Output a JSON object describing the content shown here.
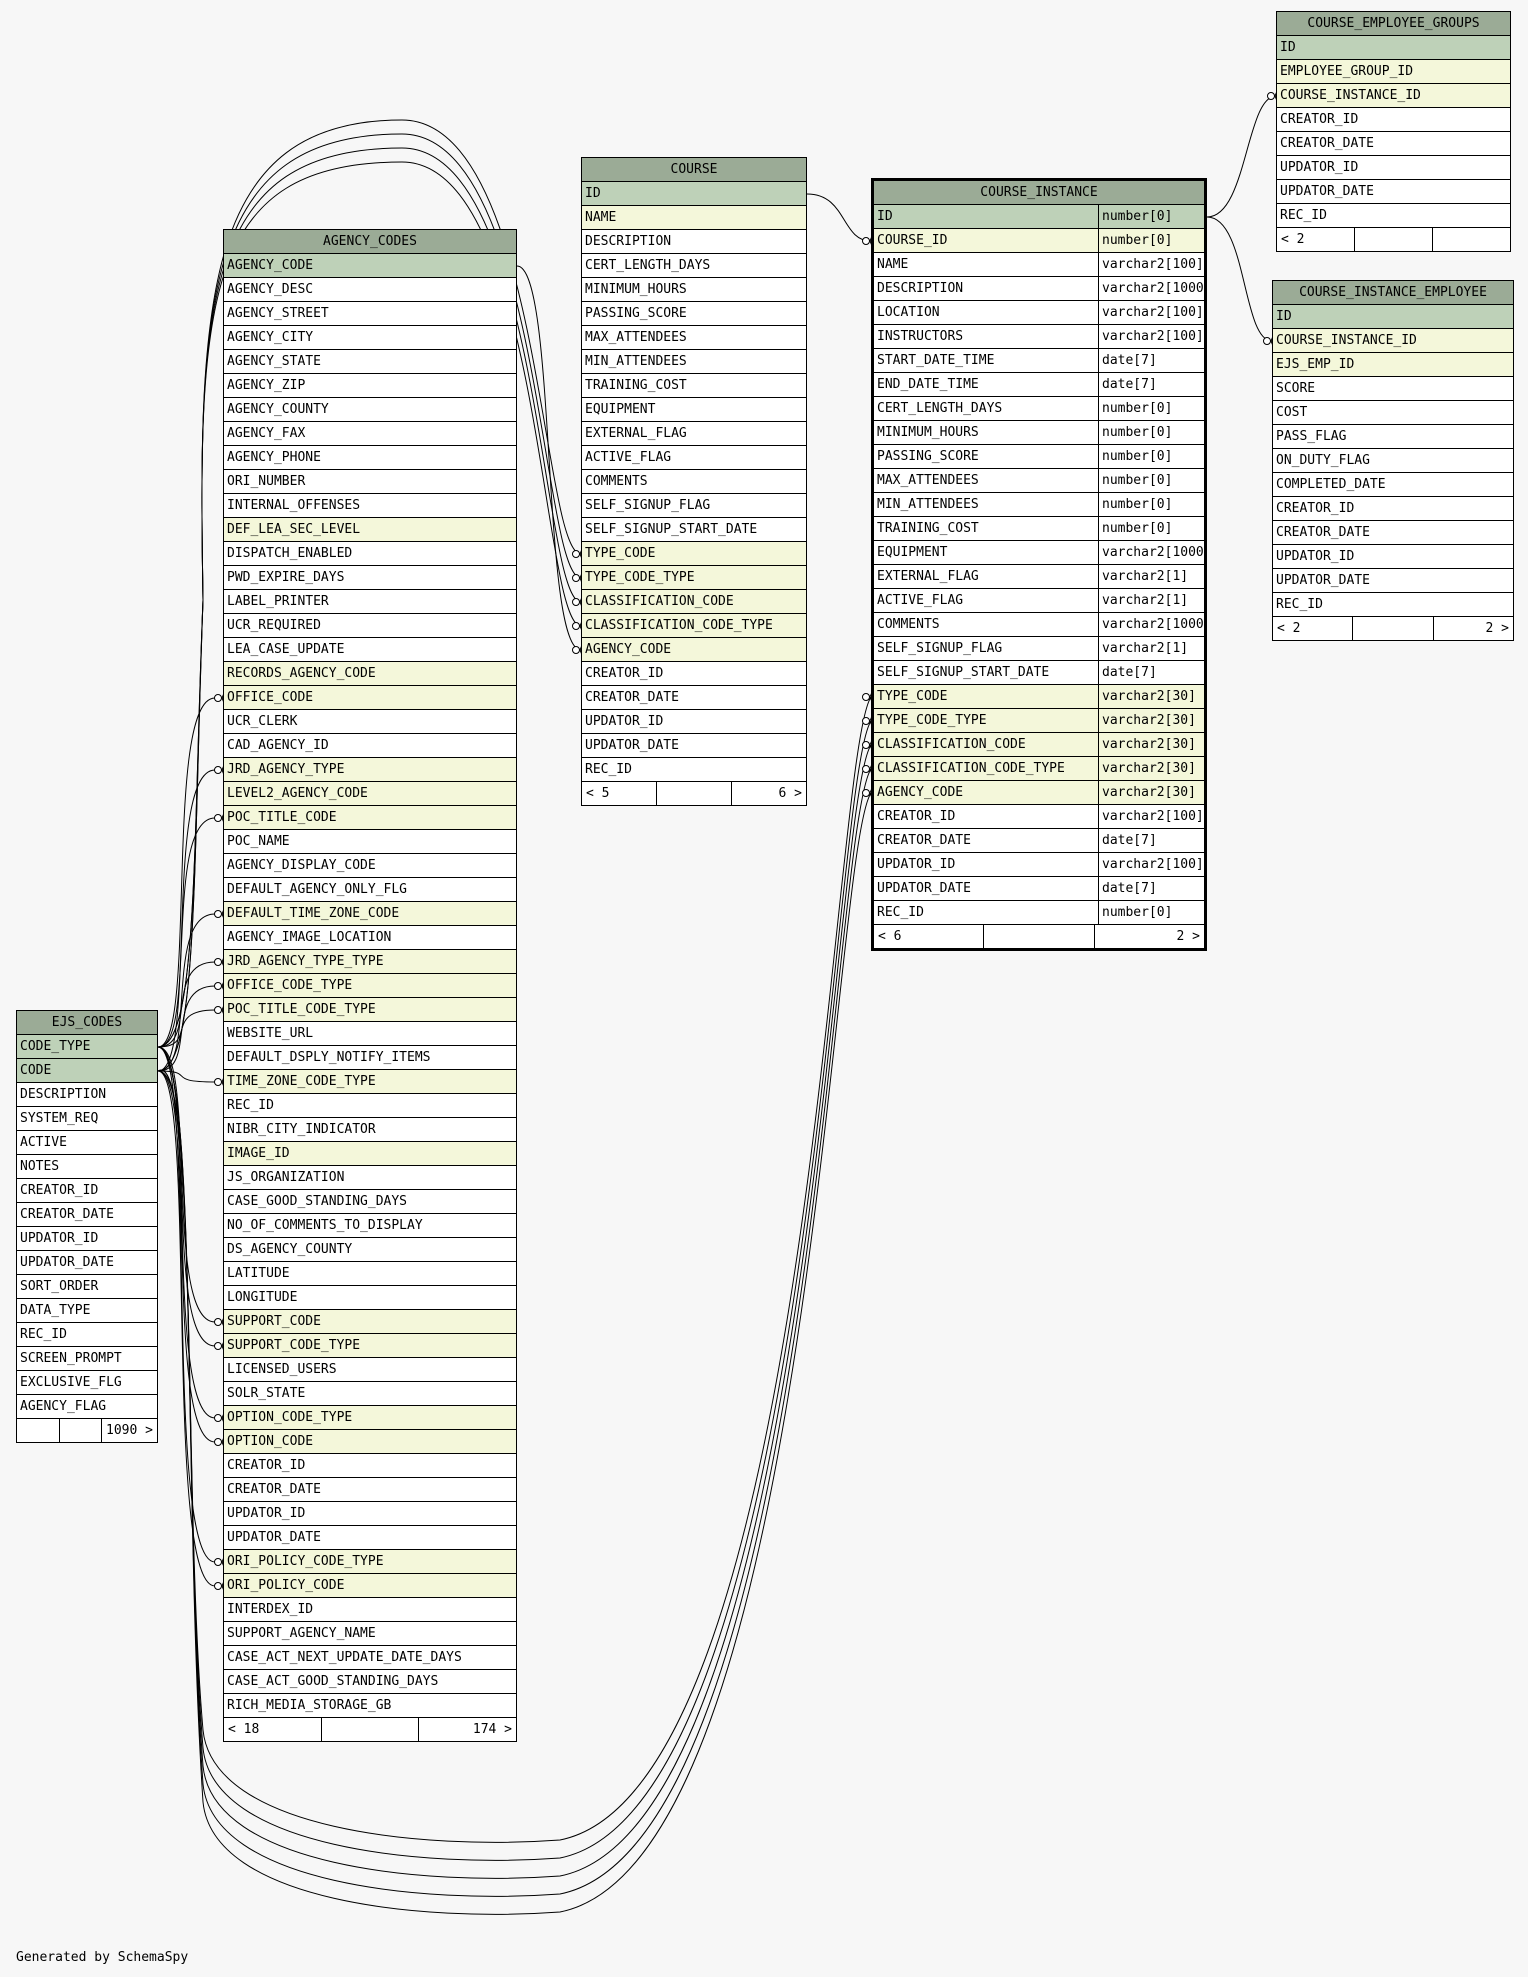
{
  "footer": "Generated by SchemaSpy",
  "colors": {
    "header": "#9bab96",
    "pk": "#bed1b8",
    "fk": "#f4f7da",
    "plain": "#ffffff",
    "background": "#f7f7f7"
  },
  "tables": {
    "agency_codes": {
      "name": "AGENCY_CODES",
      "footer": {
        "left": "< 18",
        "mid": "",
        "right": "174 >"
      },
      "columns": [
        {
          "name": "AGENCY_CODE",
          "kind": "pk"
        },
        {
          "name": "AGENCY_DESC",
          "kind": "plain"
        },
        {
          "name": "AGENCY_STREET",
          "kind": "plain"
        },
        {
          "name": "AGENCY_CITY",
          "kind": "plain"
        },
        {
          "name": "AGENCY_STATE",
          "kind": "plain"
        },
        {
          "name": "AGENCY_ZIP",
          "kind": "plain"
        },
        {
          "name": "AGENCY_COUNTY",
          "kind": "plain"
        },
        {
          "name": "AGENCY_FAX",
          "kind": "plain"
        },
        {
          "name": "AGENCY_PHONE",
          "kind": "plain"
        },
        {
          "name": "ORI_NUMBER",
          "kind": "plain"
        },
        {
          "name": "INTERNAL_OFFENSES",
          "kind": "plain"
        },
        {
          "name": "DEF_LEA_SEC_LEVEL",
          "kind": "fk"
        },
        {
          "name": "DISPATCH_ENABLED",
          "kind": "plain"
        },
        {
          "name": "PWD_EXPIRE_DAYS",
          "kind": "plain"
        },
        {
          "name": "LABEL_PRINTER",
          "kind": "plain"
        },
        {
          "name": "UCR_REQUIRED",
          "kind": "plain"
        },
        {
          "name": "LEA_CASE_UPDATE",
          "kind": "plain"
        },
        {
          "name": "RECORDS_AGENCY_CODE",
          "kind": "fk"
        },
        {
          "name": "OFFICE_CODE",
          "kind": "fk"
        },
        {
          "name": "UCR_CLERK",
          "kind": "plain"
        },
        {
          "name": "CAD_AGENCY_ID",
          "kind": "plain"
        },
        {
          "name": "JRD_AGENCY_TYPE",
          "kind": "fk"
        },
        {
          "name": "LEVEL2_AGENCY_CODE",
          "kind": "fk"
        },
        {
          "name": "POC_TITLE_CODE",
          "kind": "fk"
        },
        {
          "name": "POC_NAME",
          "kind": "plain"
        },
        {
          "name": "AGENCY_DISPLAY_CODE",
          "kind": "plain"
        },
        {
          "name": "DEFAULT_AGENCY_ONLY_FLG",
          "kind": "plain"
        },
        {
          "name": "DEFAULT_TIME_ZONE_CODE",
          "kind": "fk"
        },
        {
          "name": "AGENCY_IMAGE_LOCATION",
          "kind": "plain"
        },
        {
          "name": "JRD_AGENCY_TYPE_TYPE",
          "kind": "fk"
        },
        {
          "name": "OFFICE_CODE_TYPE",
          "kind": "fk"
        },
        {
          "name": "POC_TITLE_CODE_TYPE",
          "kind": "fk"
        },
        {
          "name": "WEBSITE_URL",
          "kind": "plain"
        },
        {
          "name": "DEFAULT_DSPLY_NOTIFY_ITEMS",
          "kind": "plain"
        },
        {
          "name": "TIME_ZONE_CODE_TYPE",
          "kind": "fk"
        },
        {
          "name": "REC_ID",
          "kind": "plain"
        },
        {
          "name": "NIBR_CITY_INDICATOR",
          "kind": "plain"
        },
        {
          "name": "IMAGE_ID",
          "kind": "fk"
        },
        {
          "name": "JS_ORGANIZATION",
          "kind": "plain"
        },
        {
          "name": "CASE_GOOD_STANDING_DAYS",
          "kind": "plain"
        },
        {
          "name": "NO_OF_COMMENTS_TO_DISPLAY",
          "kind": "plain"
        },
        {
          "name": "DS_AGENCY_COUNTY",
          "kind": "plain"
        },
        {
          "name": "LATITUDE",
          "kind": "plain"
        },
        {
          "name": "LONGITUDE",
          "kind": "plain"
        },
        {
          "name": "SUPPORT_CODE",
          "kind": "fk"
        },
        {
          "name": "SUPPORT_CODE_TYPE",
          "kind": "fk"
        },
        {
          "name": "LICENSED_USERS",
          "kind": "plain"
        },
        {
          "name": "SOLR_STATE",
          "kind": "plain"
        },
        {
          "name": "OPTION_CODE_TYPE",
          "kind": "fk"
        },
        {
          "name": "OPTION_CODE",
          "kind": "fk"
        },
        {
          "name": "CREATOR_ID",
          "kind": "plain"
        },
        {
          "name": "CREATOR_DATE",
          "kind": "plain"
        },
        {
          "name": "UPDATOR_ID",
          "kind": "plain"
        },
        {
          "name": "UPDATOR_DATE",
          "kind": "plain"
        },
        {
          "name": "ORI_POLICY_CODE_TYPE",
          "kind": "fk"
        },
        {
          "name": "ORI_POLICY_CODE",
          "kind": "fk"
        },
        {
          "name": "INTERDEX_ID",
          "kind": "plain"
        },
        {
          "name": "SUPPORT_AGENCY_NAME",
          "kind": "plain"
        },
        {
          "name": "CASE_ACT_NEXT_UPDATE_DATE_DAYS",
          "kind": "plain"
        },
        {
          "name": "CASE_ACT_GOOD_STANDING_DAYS",
          "kind": "plain"
        },
        {
          "name": "RICH_MEDIA_STORAGE_GB",
          "kind": "plain"
        }
      ]
    },
    "course": {
      "name": "COURSE",
      "footer": {
        "left": "< 5",
        "mid": "",
        "right": "6 >"
      },
      "columns": [
        {
          "name": "ID",
          "kind": "pk"
        },
        {
          "name": "NAME",
          "kind": "fk"
        },
        {
          "name": "DESCRIPTION",
          "kind": "plain"
        },
        {
          "name": "CERT_LENGTH_DAYS",
          "kind": "plain"
        },
        {
          "name": "MINIMUM_HOURS",
          "kind": "plain"
        },
        {
          "name": "PASSING_SCORE",
          "kind": "plain"
        },
        {
          "name": "MAX_ATTENDEES",
          "kind": "plain"
        },
        {
          "name": "MIN_ATTENDEES",
          "kind": "plain"
        },
        {
          "name": "TRAINING_COST",
          "kind": "plain"
        },
        {
          "name": "EQUIPMENT",
          "kind": "plain"
        },
        {
          "name": "EXTERNAL_FLAG",
          "kind": "plain"
        },
        {
          "name": "ACTIVE_FLAG",
          "kind": "plain"
        },
        {
          "name": "COMMENTS",
          "kind": "plain"
        },
        {
          "name": "SELF_SIGNUP_FLAG",
          "kind": "plain"
        },
        {
          "name": "SELF_SIGNUP_START_DATE",
          "kind": "plain"
        },
        {
          "name": "TYPE_CODE",
          "kind": "fk"
        },
        {
          "name": "TYPE_CODE_TYPE",
          "kind": "fk"
        },
        {
          "name": "CLASSIFICATION_CODE",
          "kind": "fk"
        },
        {
          "name": "CLASSIFICATION_CODE_TYPE",
          "kind": "fk"
        },
        {
          "name": "AGENCY_CODE",
          "kind": "fk"
        },
        {
          "name": "CREATOR_ID",
          "kind": "plain"
        },
        {
          "name": "CREATOR_DATE",
          "kind": "plain"
        },
        {
          "name": "UPDATOR_ID",
          "kind": "plain"
        },
        {
          "name": "UPDATOR_DATE",
          "kind": "plain"
        },
        {
          "name": "REC_ID",
          "kind": "plain"
        }
      ]
    },
    "course_instance": {
      "name": "COURSE_INSTANCE",
      "footer": {
        "left": "< 6",
        "mid": "",
        "right": "2 >"
      },
      "columns": [
        {
          "name": "ID",
          "type": "number[0]",
          "kind": "pk"
        },
        {
          "name": "COURSE_ID",
          "type": "number[0]",
          "kind": "fk"
        },
        {
          "name": "NAME",
          "type": "varchar2[100]",
          "kind": "plain"
        },
        {
          "name": "DESCRIPTION",
          "type": "varchar2[1000]",
          "kind": "plain"
        },
        {
          "name": "LOCATION",
          "type": "varchar2[100]",
          "kind": "plain"
        },
        {
          "name": "INSTRUCTORS",
          "type": "varchar2[100]",
          "kind": "plain"
        },
        {
          "name": "START_DATE_TIME",
          "type": "date[7]",
          "kind": "plain"
        },
        {
          "name": "END_DATE_TIME",
          "type": "date[7]",
          "kind": "plain"
        },
        {
          "name": "CERT_LENGTH_DAYS",
          "type": "number[0]",
          "kind": "plain"
        },
        {
          "name": "MINIMUM_HOURS",
          "type": "number[0]",
          "kind": "plain"
        },
        {
          "name": "PASSING_SCORE",
          "type": "number[0]",
          "kind": "plain"
        },
        {
          "name": "MAX_ATTENDEES",
          "type": "number[0]",
          "kind": "plain"
        },
        {
          "name": "MIN_ATTENDEES",
          "type": "number[0]",
          "kind": "plain"
        },
        {
          "name": "TRAINING_COST",
          "type": "number[0]",
          "kind": "plain"
        },
        {
          "name": "EQUIPMENT",
          "type": "varchar2[1000]",
          "kind": "plain"
        },
        {
          "name": "EXTERNAL_FLAG",
          "type": "varchar2[1]",
          "kind": "plain"
        },
        {
          "name": "ACTIVE_FLAG",
          "type": "varchar2[1]",
          "kind": "plain"
        },
        {
          "name": "COMMENTS",
          "type": "varchar2[1000]",
          "kind": "plain"
        },
        {
          "name": "SELF_SIGNUP_FLAG",
          "type": "varchar2[1]",
          "kind": "plain"
        },
        {
          "name": "SELF_SIGNUP_START_DATE",
          "type": "date[7]",
          "kind": "plain"
        },
        {
          "name": "TYPE_CODE",
          "type": "varchar2[30]",
          "kind": "fk"
        },
        {
          "name": "TYPE_CODE_TYPE",
          "type": "varchar2[30]",
          "kind": "fk"
        },
        {
          "name": "CLASSIFICATION_CODE",
          "type": "varchar2[30]",
          "kind": "fk"
        },
        {
          "name": "CLASSIFICATION_CODE_TYPE",
          "type": "varchar2[30]",
          "kind": "fk"
        },
        {
          "name": "AGENCY_CODE",
          "type": "varchar2[30]",
          "kind": "fk"
        },
        {
          "name": "CREATOR_ID",
          "type": "varchar2[100]",
          "kind": "plain"
        },
        {
          "name": "CREATOR_DATE",
          "type": "date[7]",
          "kind": "plain"
        },
        {
          "name": "UPDATOR_ID",
          "type": "varchar2[100]",
          "kind": "plain"
        },
        {
          "name": "UPDATOR_DATE",
          "type": "date[7]",
          "kind": "plain"
        },
        {
          "name": "REC_ID",
          "type": "number[0]",
          "kind": "plain"
        }
      ]
    },
    "course_employee_groups": {
      "name": "COURSE_EMPLOYEE_GROUPS",
      "footer": {
        "left": "< 2",
        "mid": "",
        "right": ""
      },
      "columns": [
        {
          "name": "ID",
          "kind": "pk"
        },
        {
          "name": "EMPLOYEE_GROUP_ID",
          "kind": "fk"
        },
        {
          "name": "COURSE_INSTANCE_ID",
          "kind": "fk"
        },
        {
          "name": "CREATOR_ID",
          "kind": "plain"
        },
        {
          "name": "CREATOR_DATE",
          "kind": "plain"
        },
        {
          "name": "UPDATOR_ID",
          "kind": "plain"
        },
        {
          "name": "UPDATOR_DATE",
          "kind": "plain"
        },
        {
          "name": "REC_ID",
          "kind": "plain"
        }
      ]
    },
    "course_instance_employee": {
      "name": "COURSE_INSTANCE_EMPLOYEE",
      "footer": {
        "left": "< 2",
        "mid": "",
        "right": "2 >"
      },
      "columns": [
        {
          "name": "ID",
          "kind": "pk"
        },
        {
          "name": "COURSE_INSTANCE_ID",
          "kind": "fk"
        },
        {
          "name": "EJS_EMP_ID",
          "kind": "fk"
        },
        {
          "name": "SCORE",
          "kind": "plain"
        },
        {
          "name": "COST",
          "kind": "plain"
        },
        {
          "name": "PASS_FLAG",
          "kind": "plain"
        },
        {
          "name": "ON_DUTY_FLAG",
          "kind": "plain"
        },
        {
          "name": "COMPLETED_DATE",
          "kind": "plain"
        },
        {
          "name": "CREATOR_ID",
          "kind": "plain"
        },
        {
          "name": "CREATOR_DATE",
          "kind": "plain"
        },
        {
          "name": "UPDATOR_ID",
          "kind": "plain"
        },
        {
          "name": "UPDATOR_DATE",
          "kind": "plain"
        },
        {
          "name": "REC_ID",
          "kind": "plain"
        }
      ]
    },
    "ejs_codes": {
      "name": "EJS_CODES",
      "footer": {
        "left": "",
        "mid": "",
        "right": "1090 >"
      },
      "columns": [
        {
          "name": "CODE_TYPE",
          "kind": "pk"
        },
        {
          "name": "CODE",
          "kind": "pk"
        },
        {
          "name": "DESCRIPTION",
          "kind": "plain"
        },
        {
          "name": "SYSTEM_REQ",
          "kind": "plain"
        },
        {
          "name": "ACTIVE",
          "kind": "plain"
        },
        {
          "name": "NOTES",
          "kind": "plain"
        },
        {
          "name": "CREATOR_ID",
          "kind": "plain"
        },
        {
          "name": "CREATOR_DATE",
          "kind": "plain"
        },
        {
          "name": "UPDATOR_ID",
          "kind": "plain"
        },
        {
          "name": "UPDATOR_DATE",
          "kind": "plain"
        },
        {
          "name": "SORT_ORDER",
          "kind": "plain"
        },
        {
          "name": "DATA_TYPE",
          "kind": "plain"
        },
        {
          "name": "REC_ID",
          "kind": "plain"
        },
        {
          "name": "SCREEN_PROMPT",
          "kind": "plain"
        },
        {
          "name": "EXCLUSIVE_FLG",
          "kind": "plain"
        },
        {
          "name": "AGENCY_FLAG",
          "kind": "plain"
        }
      ]
    }
  }
}
